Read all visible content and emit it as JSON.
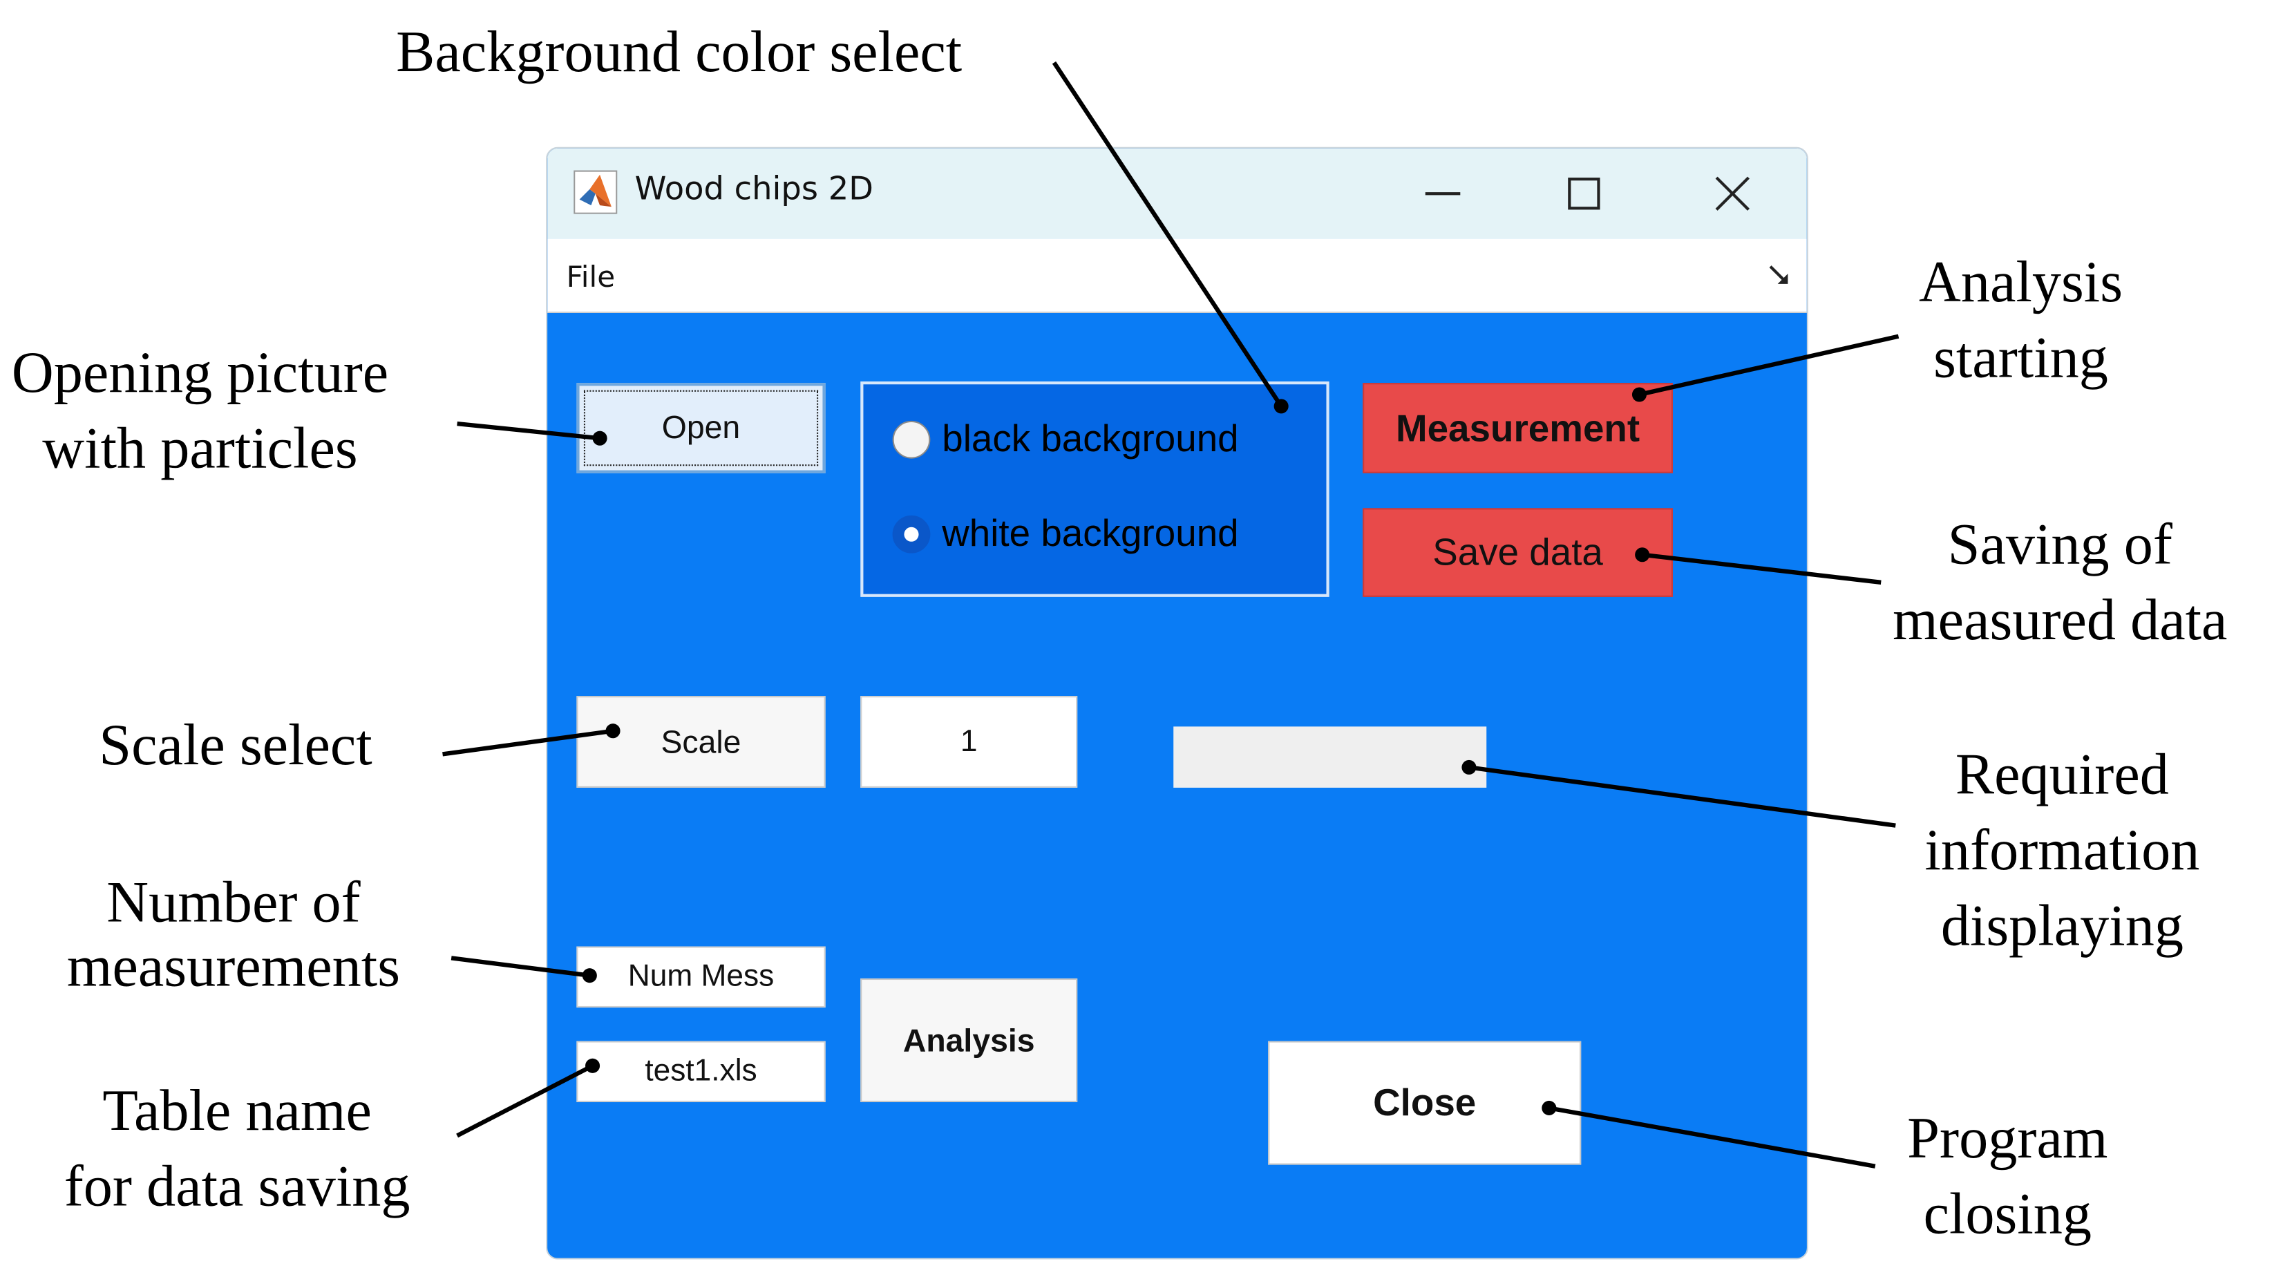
{
  "window": {
    "title": "Wood chips 2D",
    "menu": {
      "file": "File"
    },
    "colors": {
      "client_background": "#0a7cf5",
      "titlebar": "#e4f3f7",
      "accent_red": "#e84a4a",
      "group_panel": "#0567e4"
    }
  },
  "controls": {
    "open_label": "Open",
    "background_group": {
      "options": [
        "black background",
        "white background"
      ],
      "selected": "white background"
    },
    "measurement_label": "Measurement",
    "save_data_label": "Save data",
    "scale_label": "Scale",
    "scale_value": "1",
    "info_display_text": "",
    "num_mess_value": "Num Mess",
    "table_name_value": "test1.xls",
    "analysis_label": "Analysis",
    "close_label": "Close"
  },
  "callouts": {
    "background_color_select": [
      "Background color select"
    ],
    "opening_picture": [
      "Opening picture",
      "with particles"
    ],
    "analysis_starting": [
      "Analysis",
      "starting"
    ],
    "saving_data": [
      "Saving of",
      "measured data"
    ],
    "scale_select": [
      "Scale select"
    ],
    "required_info": [
      "Required",
      "information",
      "displaying"
    ],
    "number_of_measurements": [
      "Number of",
      "measurements"
    ],
    "table_name": [
      "Table name",
      "for data saving"
    ],
    "program_closing": [
      "Program",
      "closing"
    ]
  }
}
